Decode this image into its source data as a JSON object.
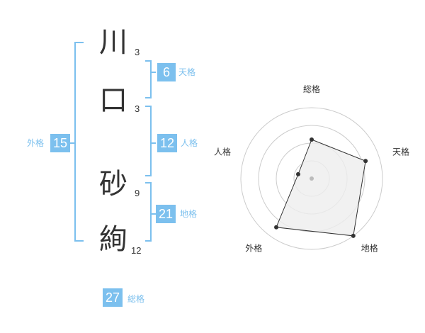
{
  "name": {
    "chars": [
      {
        "char": "川",
        "strokes": "3"
      },
      {
        "char": "口",
        "strokes": "3"
      },
      {
        "char": "砂",
        "strokes": "9"
      },
      {
        "char": "絢",
        "strokes": "12"
      }
    ]
  },
  "kakusu": {
    "tenkaku": {
      "value": "6",
      "label": "天格"
    },
    "jinkaku": {
      "value": "12",
      "label": "人格"
    },
    "chikaku": {
      "value": "21",
      "label": "地格"
    },
    "gaikaku": {
      "value": "15",
      "label": "外格"
    },
    "soukaku": {
      "value": "27",
      "label": "総格"
    }
  },
  "colors": {
    "accent": "#7cc0ee",
    "text": "#333333",
    "radar_fill": "#eeeeee",
    "ring": "#cccccc"
  },
  "chart_data": {
    "type": "radar",
    "axes": [
      "総格",
      "天格",
      "地格",
      "外格",
      "人格"
    ],
    "values": [
      0.55,
      0.8,
      1.0,
      0.85,
      0.2
    ],
    "scale": [
      0,
      1
    ],
    "rings": 4
  }
}
